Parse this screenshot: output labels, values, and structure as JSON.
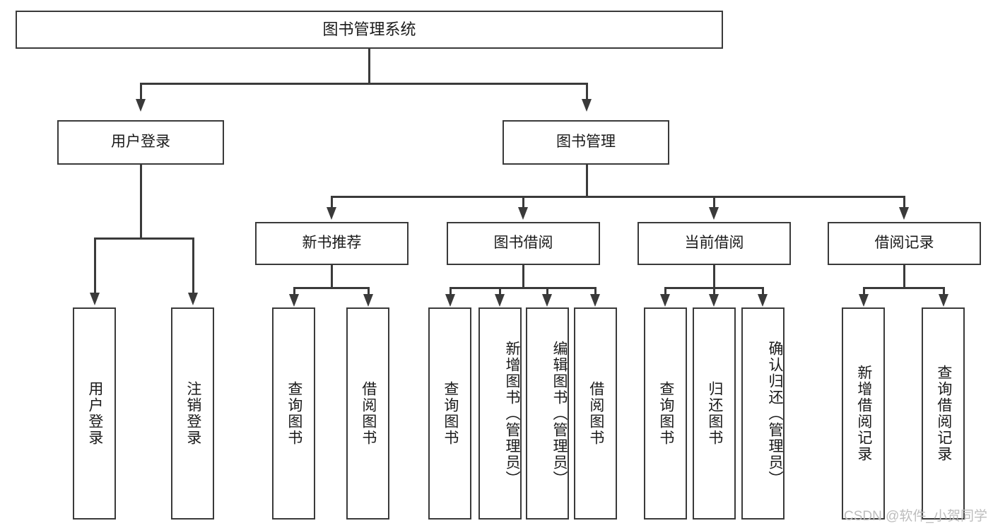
{
  "diagram": {
    "type": "tree-hierarchy-chart",
    "title": "图书管理系统",
    "watermark": "CSDN @软件_小贺同学",
    "colors": {
      "stroke": "#3a3a3a",
      "box_fill": "#ffffff",
      "text": "#1a1a1a",
      "background": "#ffffff",
      "watermark": "#bdbdbd"
    },
    "levels": {
      "level1": [
        {
          "id": "root",
          "label": "图书管理系统"
        }
      ],
      "level2": [
        {
          "id": "user-login",
          "label": "用户登录"
        },
        {
          "id": "book-management",
          "label": "图书管理"
        }
      ],
      "level3": [
        {
          "id": "new-book-recommend",
          "label": "新书推荐"
        },
        {
          "id": "book-borrow",
          "label": "图书借阅"
        },
        {
          "id": "current-borrow",
          "label": "当前借阅"
        },
        {
          "id": "borrow-record",
          "label": "借阅记录"
        }
      ],
      "level4": {
        "user_login_children": [
          {
            "id": "leaf-user-login",
            "label": "用户登录"
          },
          {
            "id": "leaf-logout-login",
            "label": "注销登录"
          }
        ],
        "new_book_recommend_children": [
          {
            "id": "leaf-query-book-1",
            "label": "查询图书"
          },
          {
            "id": "leaf-borrow-book-1",
            "label": "借阅图书"
          }
        ],
        "book_borrow_children": [
          {
            "id": "leaf-query-book-2",
            "label": "查询图书"
          },
          {
            "id": "leaf-add-book",
            "label": "新增图书（管理员）"
          },
          {
            "id": "leaf-edit-book",
            "label": "编辑图书（管理员）"
          },
          {
            "id": "leaf-borrow-book-2",
            "label": "借阅图书"
          }
        ],
        "current_borrow_children": [
          {
            "id": "leaf-query-book-3",
            "label": "查询图书"
          },
          {
            "id": "leaf-return-book",
            "label": "归还图书"
          },
          {
            "id": "leaf-confirm-return",
            "label": "确认归还（管理员）"
          }
        ],
        "borrow_record_children": [
          {
            "id": "leaf-add-borrow-record",
            "label": "新增借阅记录"
          },
          {
            "id": "leaf-query-borrow-record",
            "label": "查询借阅记录"
          }
        ]
      }
    },
    "edges": [
      {
        "from": "图书管理系统",
        "to": "用户登录"
      },
      {
        "from": "图书管理系统",
        "to": "图书管理"
      },
      {
        "from": "用户登录",
        "to": "用户登录"
      },
      {
        "from": "用户登录",
        "to": "注销登录"
      },
      {
        "from": "图书管理",
        "to": "新书推荐"
      },
      {
        "from": "图书管理",
        "to": "图书借阅"
      },
      {
        "from": "图书管理",
        "to": "当前借阅"
      },
      {
        "from": "图书管理",
        "to": "借阅记录"
      },
      {
        "from": "新书推荐",
        "to": "查询图书"
      },
      {
        "from": "新书推荐",
        "to": "借阅图书"
      },
      {
        "from": "图书借阅",
        "to": "查询图书"
      },
      {
        "from": "图书借阅",
        "to": "新增图书（管理员）"
      },
      {
        "from": "图书借阅",
        "to": "编辑图书（管理员）"
      },
      {
        "from": "图书借阅",
        "to": "借阅图书"
      },
      {
        "from": "当前借阅",
        "to": "查询图书"
      },
      {
        "from": "当前借阅",
        "to": "归还图书"
      },
      {
        "from": "当前借阅",
        "to": "确认归还（管理员）"
      },
      {
        "from": "借阅记录",
        "to": "新增借阅记录"
      },
      {
        "from": "借阅记录",
        "to": "查询借阅记录"
      }
    ]
  }
}
